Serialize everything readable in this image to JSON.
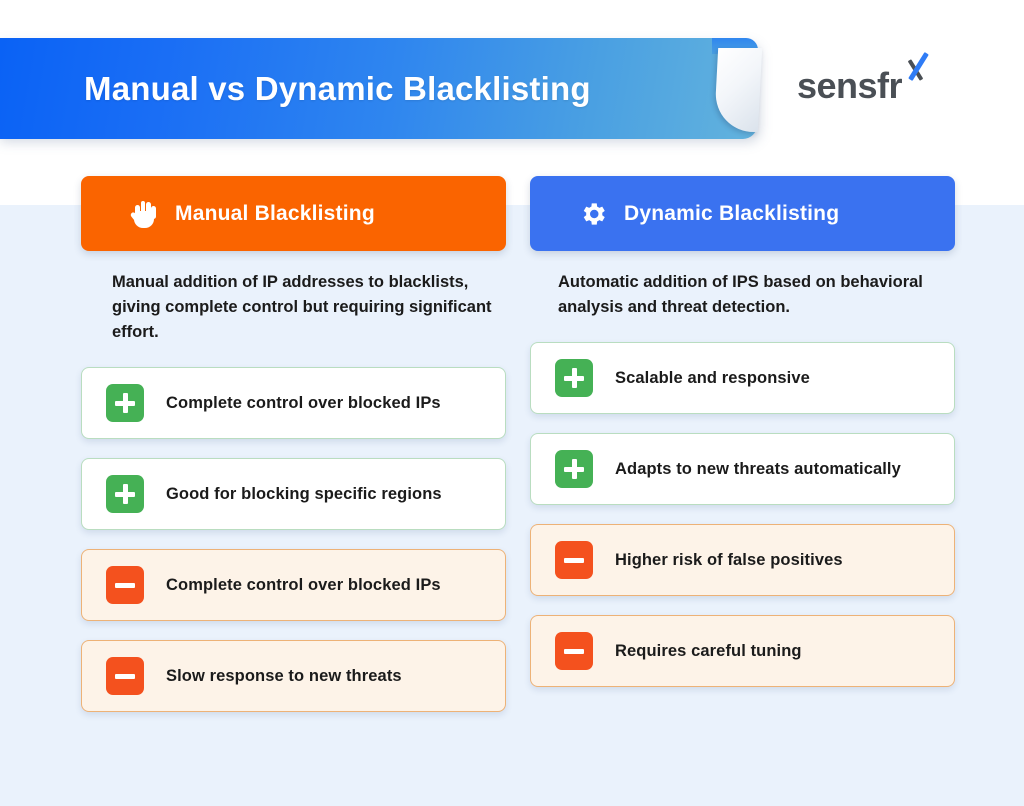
{
  "banner": {
    "title": "Manual vs Dynamic Blacklisting",
    "gradient_from": "#0a62f5",
    "gradient_to": "#63b3dd"
  },
  "logo": {
    "text_main": "sensfr",
    "text_accent": "x",
    "color_main": "#4a4f55",
    "color_accent": "#2f7cf6"
  },
  "colors": {
    "background_top": "#ffffff",
    "background_body": "#eaf2fc",
    "manual_header": "#fa6400",
    "dynamic_header": "#3a72f0",
    "positive_badge": "#45b155",
    "negative_badge": "#f4511e",
    "positive_card_bg": "#ffffff",
    "positive_card_border": "#b9ddc0",
    "negative_card_bg": "#fdf3e8",
    "negative_card_border": "#edb277"
  },
  "columns": [
    {
      "id": "manual",
      "header_label": "Manual Blacklisting",
      "header_icon": "hand-icon",
      "description": "Manual addition of IP addresses to blacklists, giving complete control but requiring significant effort.",
      "items": [
        {
          "type": "positive",
          "icon": "plus-icon",
          "label": "Complete control over blocked IPs"
        },
        {
          "type": "positive",
          "icon": "plus-icon",
          "label": "Good for blocking specific regions"
        },
        {
          "type": "negative",
          "icon": "minus-icon",
          "label": "Complete control over blocked IPs"
        },
        {
          "type": "negative",
          "icon": "minus-icon",
          "label": "Slow response to new threats"
        }
      ]
    },
    {
      "id": "dynamic",
      "header_label": "Dynamic Blacklisting",
      "header_icon": "gear-icon",
      "description": "Automatic addition of IPS based on behavioral analysis and threat detection.",
      "items": [
        {
          "type": "positive",
          "icon": "plus-icon",
          "label": "Scalable and responsive"
        },
        {
          "type": "positive",
          "icon": "plus-icon",
          "label": "Adapts to new threats automatically"
        },
        {
          "type": "negative",
          "icon": "minus-icon",
          "label": "Higher risk of false positives"
        },
        {
          "type": "negative",
          "icon": "minus-icon",
          "label": "Requires careful tuning"
        }
      ]
    }
  ]
}
